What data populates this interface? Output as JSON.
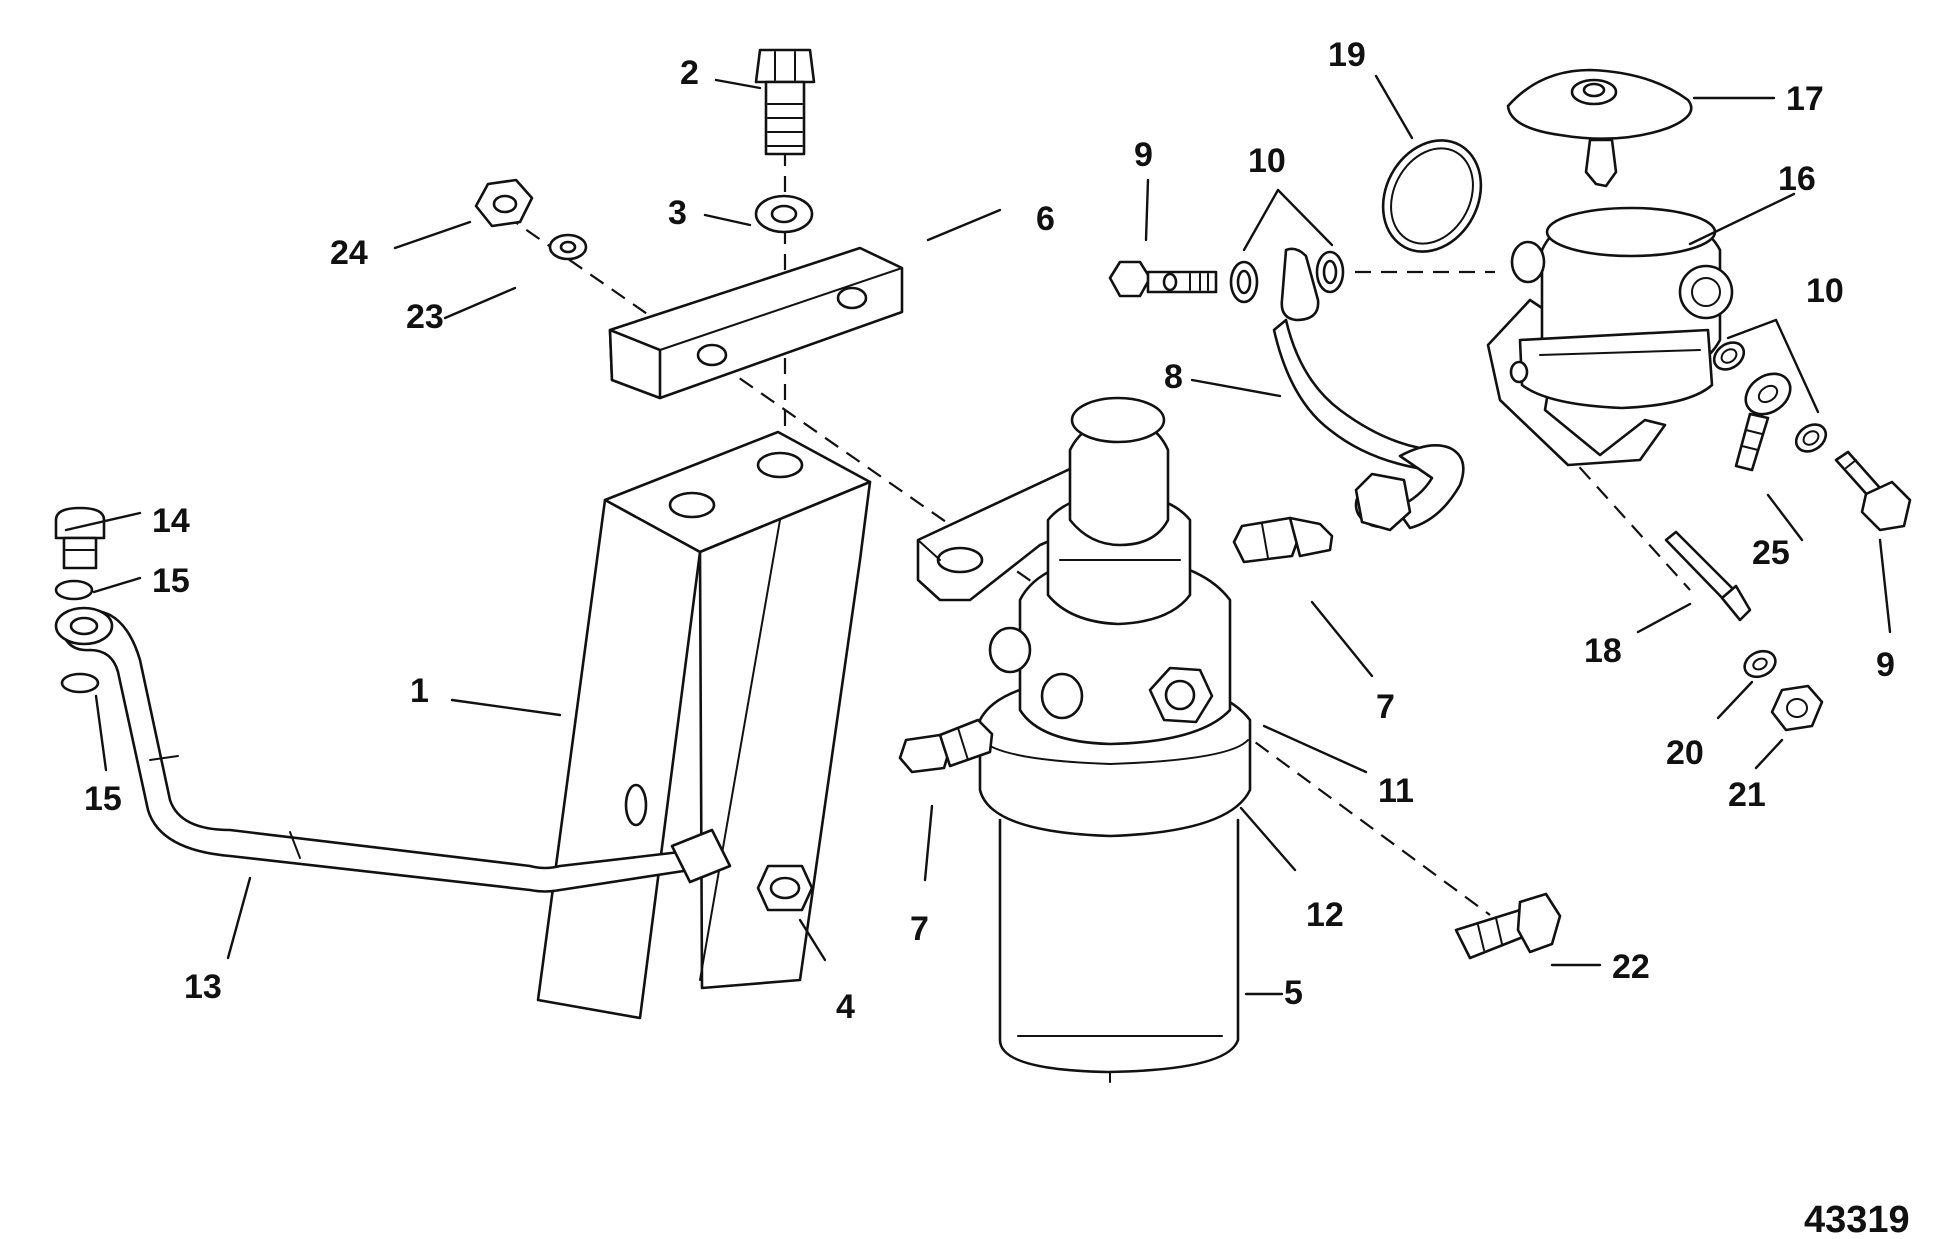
{
  "figure_number": "43319",
  "callouts": [
    {
      "id": "c1",
      "label": "1"
    },
    {
      "id": "c2",
      "label": "2"
    },
    {
      "id": "c3",
      "label": "3"
    },
    {
      "id": "c4",
      "label": "4"
    },
    {
      "id": "c5",
      "label": "5"
    },
    {
      "id": "c6",
      "label": "6"
    },
    {
      "id": "c7a",
      "label": "7"
    },
    {
      "id": "c7b",
      "label": "7"
    },
    {
      "id": "c8",
      "label": "8"
    },
    {
      "id": "c9a",
      "label": "9"
    },
    {
      "id": "c9b",
      "label": "9"
    },
    {
      "id": "c10a",
      "label": "10"
    },
    {
      "id": "c10b",
      "label": "10"
    },
    {
      "id": "c11",
      "label": "11"
    },
    {
      "id": "c12",
      "label": "12"
    },
    {
      "id": "c13",
      "label": "13"
    },
    {
      "id": "c14",
      "label": "14"
    },
    {
      "id": "c15a",
      "label": "15"
    },
    {
      "id": "c15b",
      "label": "15"
    },
    {
      "id": "c16",
      "label": "16"
    },
    {
      "id": "c17",
      "label": "17"
    },
    {
      "id": "c18",
      "label": "18"
    },
    {
      "id": "c19",
      "label": "19"
    },
    {
      "id": "c20",
      "label": "20"
    },
    {
      "id": "c21",
      "label": "21"
    },
    {
      "id": "c22",
      "label": "22"
    },
    {
      "id": "c23",
      "label": "23"
    },
    {
      "id": "c24",
      "label": "24"
    },
    {
      "id": "c25",
      "label": "25"
    }
  ]
}
